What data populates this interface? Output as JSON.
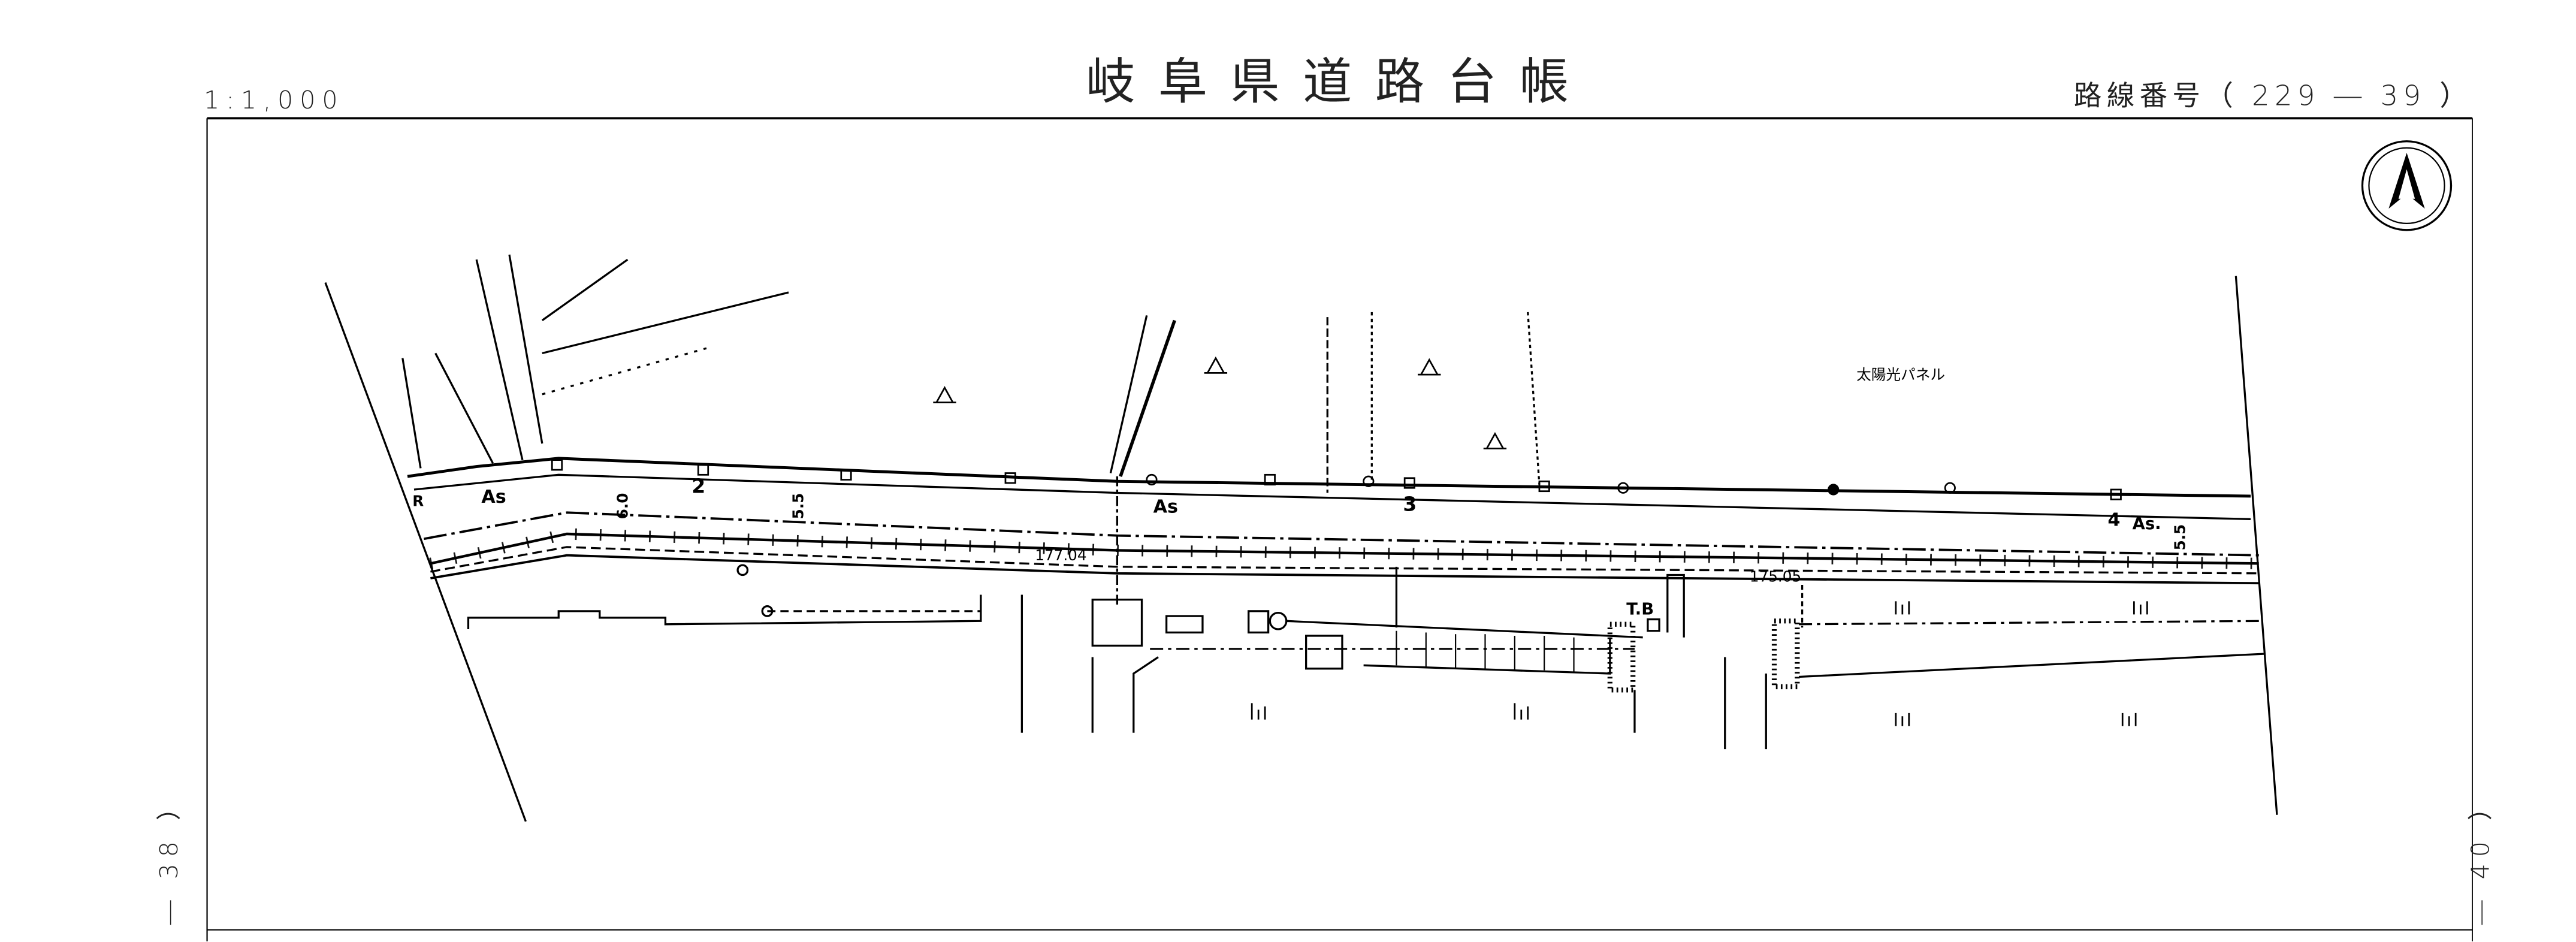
{
  "header": {
    "scale": "1:1,000",
    "title": "岐阜県道路台帳",
    "route_label": "路線番号（ 229 ― 39 ）"
  },
  "adjacent_sheets": {
    "left": "― 38 ）",
    "right": "― 40 ）"
  },
  "map_labels": {
    "surface_1": "As",
    "surface_2": "As",
    "surface_3": "As.",
    "marker_r": "R",
    "station_2": "2",
    "station_3": "3",
    "station_4": "4",
    "width_1": "6.0",
    "width_2": "5.5",
    "width_3": "5.5",
    "elevation_1": "177.04",
    "elevation_2": "175.05",
    "tb": "T.B",
    "solar_panel": "太陽光パネル"
  },
  "north_arrow": "north-arrow-icon",
  "colors": {
    "ink": "#000000",
    "paper": "#ffffff"
  }
}
